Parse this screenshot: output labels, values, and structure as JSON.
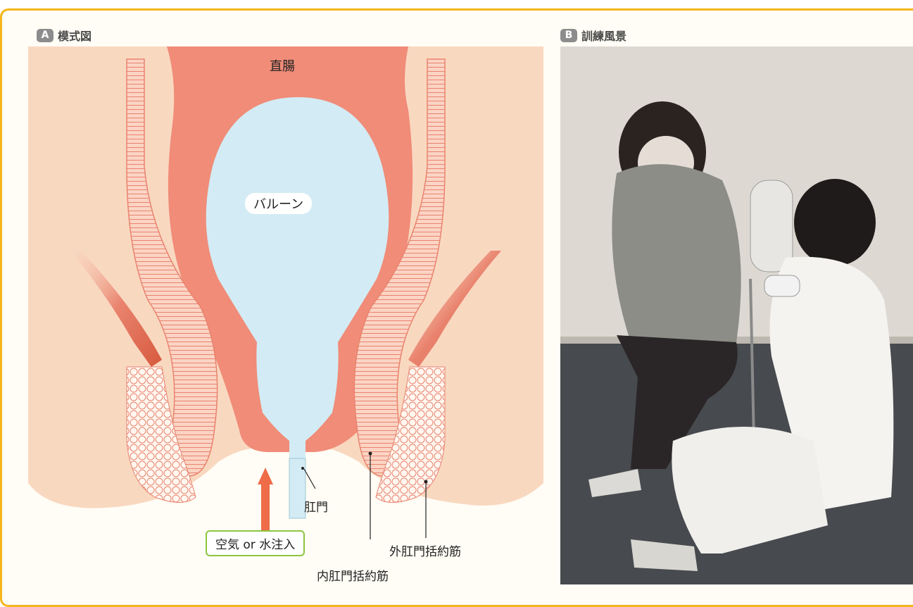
{
  "panel_a": {
    "badge": "A",
    "title": "模式図"
  },
  "panel_b": {
    "badge": "B",
    "title": "訓練風景"
  },
  "diagram_labels": {
    "rectum": "直腸",
    "balloon": "バルーン",
    "anus": "肛門",
    "injection": "空気 or 水注入",
    "external_sphincter": "外肛門括約筋",
    "internal_sphincter": "内肛門括約筋"
  },
  "colors": {
    "frame": "#f5b51c",
    "skin": "#f9d8c0",
    "rectum_wall": "#f08c78",
    "muscle_stripe": "#e9836e",
    "balloon": "#d3ebf4",
    "arrow": "#ef6c48",
    "injection_border": "#8dc63f"
  }
}
